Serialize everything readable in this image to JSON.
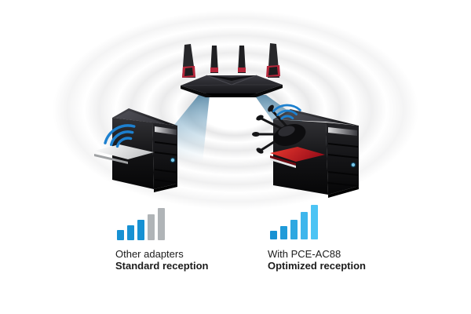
{
  "scene": {
    "router_icon": "wifi-router",
    "rings_icon": "radio-wave-rings",
    "beams_icon": "signal-beams",
    "left_pc_icon": "desktop-tower-generic-adapter",
    "right_pc_icon": "desktop-tower-pce-ac88-adapter"
  },
  "colors": {
    "bar_blue": "#1791d3",
    "bar_gray": "#b0b4b7",
    "arc_blue": "#1d80cf",
    "beam_blue": "#3e7698",
    "card_red": "#cf1020",
    "card_white": "#e9eaeb",
    "text": "#1b1b1b"
  },
  "comparison": {
    "left": {
      "label": "Other adapters",
      "label_bold": "Standard reception",
      "bars": [
        {
          "h": 13,
          "color": "#1791d3"
        },
        {
          "h": 19,
          "color": "#1791d3"
        },
        {
          "h": 26,
          "color": "#1791d3"
        },
        {
          "h": 33,
          "color": "#b0b4b7"
        },
        {
          "h": 41,
          "color": "#b0b4b7"
        }
      ]
    },
    "right": {
      "label": "With PCE-AC88",
      "label_bold": "Optimized reception",
      "bars": [
        {
          "h": 11,
          "color": "#1791d3"
        },
        {
          "h": 17,
          "color": "#209bd9"
        },
        {
          "h": 25,
          "color": "#2fa8e1"
        },
        {
          "h": 35,
          "color": "#3eb6ec"
        },
        {
          "h": 44,
          "color": "#4dc4f4"
        }
      ]
    }
  }
}
